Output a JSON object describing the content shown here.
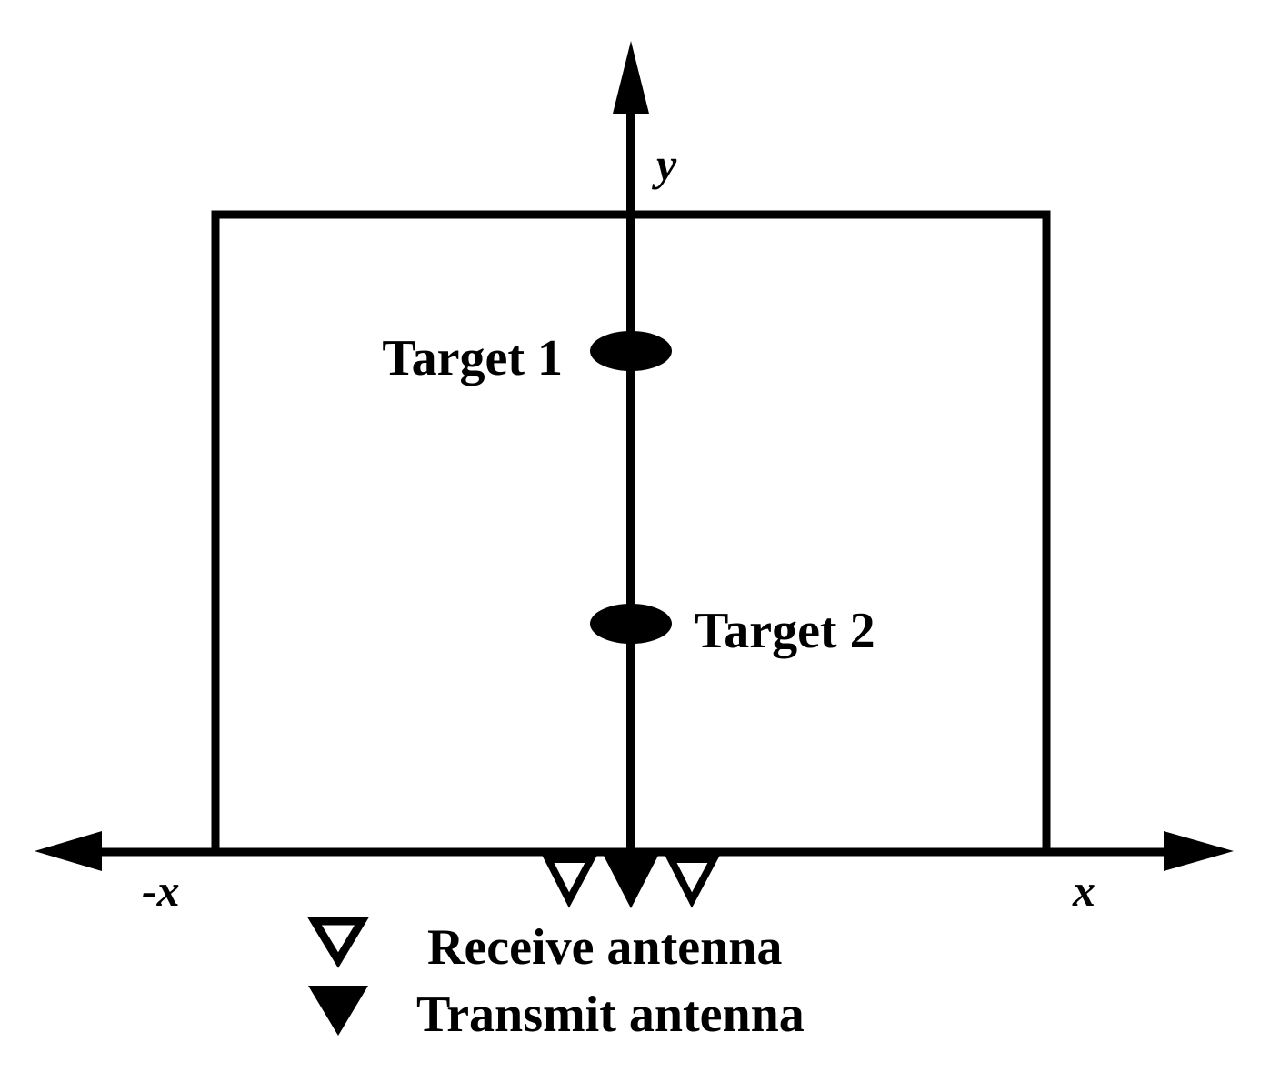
{
  "axes": {
    "y_label": "y",
    "x_label": "x",
    "neg_x_label": "-x"
  },
  "targets": [
    {
      "label": "Target 1"
    },
    {
      "label": "Target 2"
    }
  ],
  "legend": {
    "receive": "Receive antenna",
    "transmit": "Transmit antenna"
  },
  "colors": {
    "ink": "#000000",
    "background": "#ffffff"
  }
}
